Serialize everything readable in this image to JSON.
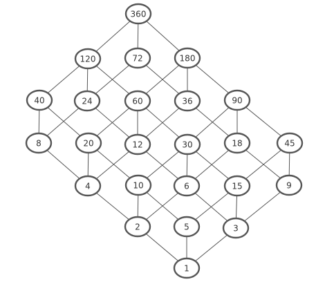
{
  "diagram": {
    "type": "hasse-diagram",
    "colors": {
      "stroke": "#555555",
      "text": "#333333",
      "fill": "#ffffff"
    },
    "nodes": [
      "360",
      "120",
      "72",
      "180",
      "40",
      "24",
      "60",
      "36",
      "90",
      "8",
      "20",
      "12",
      "30",
      "18",
      "45",
      "4",
      "10",
      "6",
      "15",
      "9",
      "2",
      "5",
      "3",
      "1"
    ],
    "edges": [
      [
        "360",
        "120"
      ],
      [
        "360",
        "72"
      ],
      [
        "360",
        "180"
      ],
      [
        "120",
        "40"
      ],
      [
        "120",
        "24"
      ],
      [
        "120",
        "60"
      ],
      [
        "72",
        "24"
      ],
      [
        "72",
        "36"
      ],
      [
        "180",
        "60"
      ],
      [
        "180",
        "36"
      ],
      [
        "180",
        "90"
      ],
      [
        "40",
        "8"
      ],
      [
        "40",
        "20"
      ],
      [
        "24",
        "8"
      ],
      [
        "24",
        "12"
      ],
      [
        "60",
        "20"
      ],
      [
        "60",
        "12"
      ],
      [
        "60",
        "30"
      ],
      [
        "36",
        "12"
      ],
      [
        "36",
        "18"
      ],
      [
        "90",
        "30"
      ],
      [
        "90",
        "18"
      ],
      [
        "90",
        "45"
      ],
      [
        "8",
        "4"
      ],
      [
        "20",
        "4"
      ],
      [
        "20",
        "10"
      ],
      [
        "12",
        "4"
      ],
      [
        "12",
        "6"
      ],
      [
        "30",
        "10"
      ],
      [
        "30",
        "6"
      ],
      [
        "30",
        "15"
      ],
      [
        "18",
        "6"
      ],
      [
        "18",
        "9"
      ],
      [
        "45",
        "15"
      ],
      [
        "45",
        "9"
      ],
      [
        "4",
        "2"
      ],
      [
        "10",
        "2"
      ],
      [
        "10",
        "5"
      ],
      [
        "6",
        "2"
      ],
      [
        "6",
        "3"
      ],
      [
        "15",
        "5"
      ],
      [
        "15",
        "3"
      ],
      [
        "9",
        "3"
      ],
      [
        "2",
        "1"
      ],
      [
        "5",
        "1"
      ],
      [
        "3",
        "1"
      ]
    ]
  }
}
